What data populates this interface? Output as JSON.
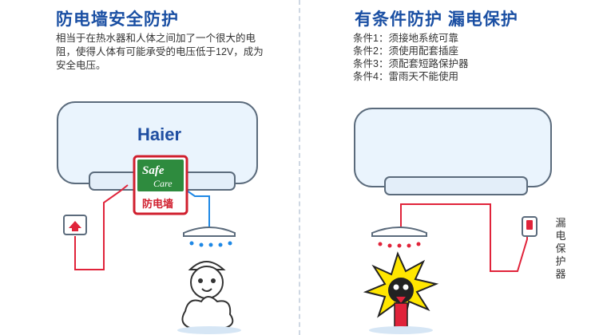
{
  "left": {
    "title": "防电墙安全防护",
    "description": "相当于在热水器和人体之间加了一个很大的电阻，使得人体有可能承受的电压低于12V，成为安全电压。",
    "brand": "Haier",
    "badge": {
      "line1": "Safe",
      "line2": "Care",
      "footer": "防电墙"
    }
  },
  "right": {
    "title": "有条件防护 漏电保护",
    "conditions": [
      "条件1：须接地系统可靠",
      "条件2：须使用配套插座",
      "条件3：须配套短路保护器",
      "条件4：雷雨天不能使用"
    ],
    "protector_label": "漏电保护器"
  },
  "colors": {
    "heater": "#eaf4fd",
    "stroke": "#5b6b7c",
    "wire": "#e0233a",
    "water": "#1e88e5",
    "title": "#1a4fa3"
  }
}
